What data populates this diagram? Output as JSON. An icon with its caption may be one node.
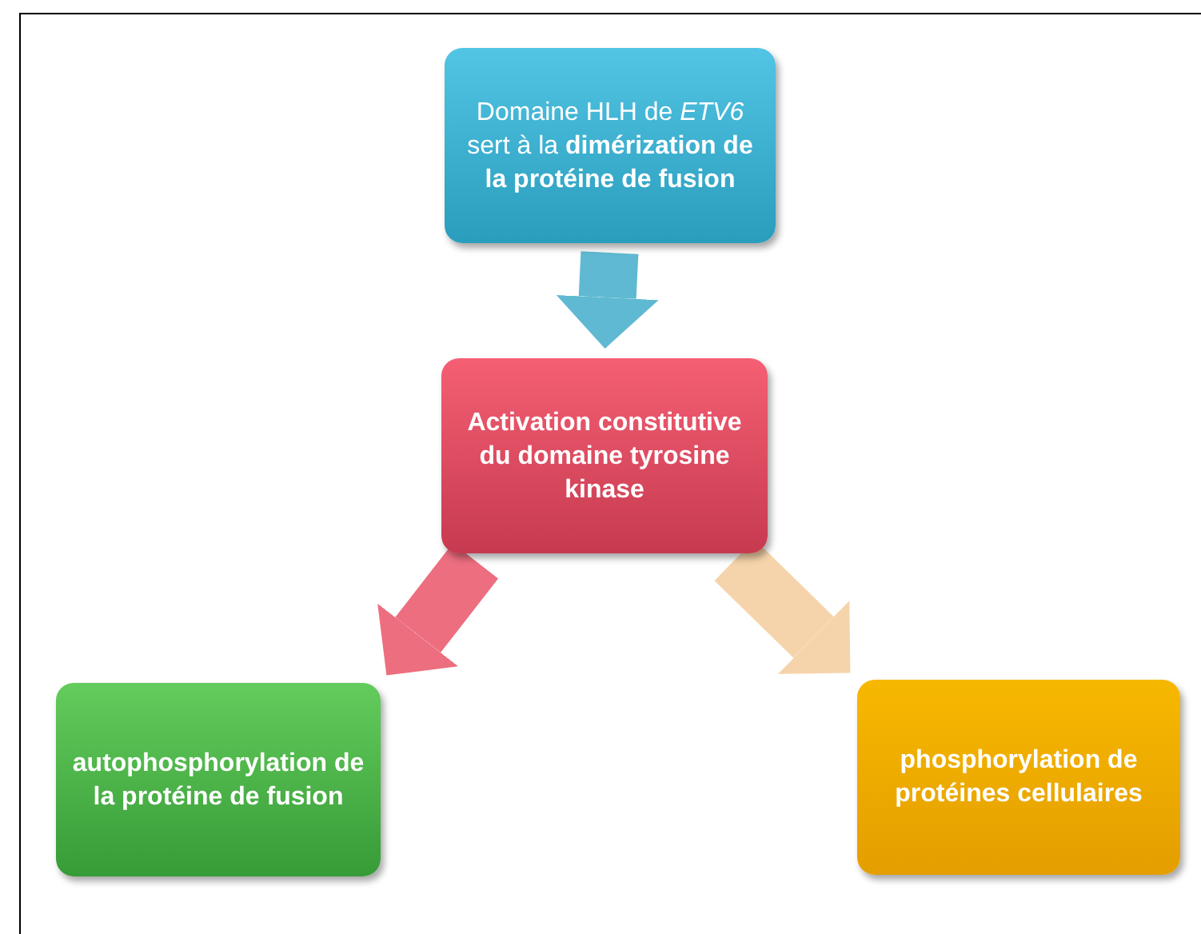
{
  "diagram": {
    "nodes": [
      {
        "text": [
          "Domaine HLH de *ETV6* sert à la **dimérization de la protéine de fusion**"
        ]
      },
      {
        "text": [
          "Activation constitutive du domaine tyrosine kinase"
        ]
      },
      {
        "text": [
          "autophosphorylation de la protéine de fusion"
        ]
      },
      {
        "text": [
          "phosphorylation de protéines cellulaires"
        ]
      }
    ],
    "edges": [
      {
        "from": 0,
        "to": 1,
        "arrow": "to",
        "color": "#5fb9d2"
      },
      {
        "from": 1,
        "to": 2,
        "arrow": "to",
        "color": "#ec6e7f"
      },
      {
        "from": 1,
        "to": 3,
        "arrow": "to",
        "color": "#f6d4ab"
      }
    ]
  }
}
